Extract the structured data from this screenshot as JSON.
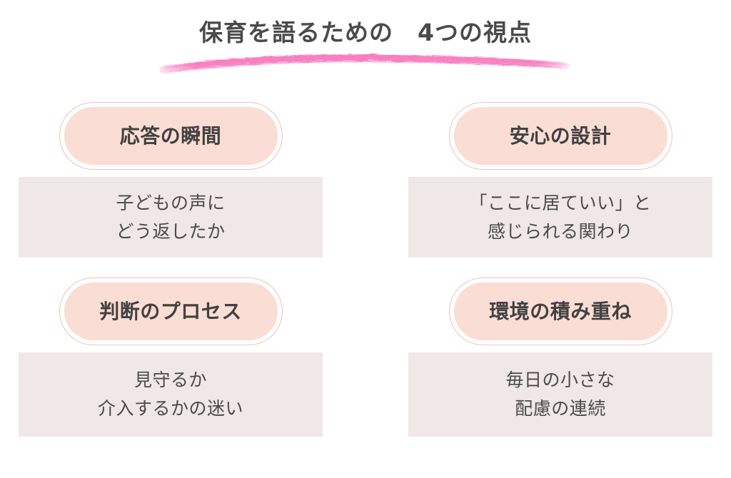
{
  "page": {
    "background_color": "#FFFFFF",
    "text_color": "#4A4A4A"
  },
  "header": {
    "title": "保育を語るための　4つの視点",
    "underline": {
      "name": "brush-underline",
      "color": "#F77FC0",
      "style": "textured-brush-stroke"
    }
  },
  "theme": {
    "pill_fill": "#FADDD4",
    "pill_border": "#F3BFB4",
    "panel_fill": "#EFE7E8",
    "accent_pink": "#F77FC0",
    "heading_text": "#414141"
  },
  "cards": [
    {
      "id": "card-response-moment",
      "heading": "応答の瞬間",
      "lines": [
        "子どもの声に",
        "どう返したか"
      ]
    },
    {
      "id": "card-安心-design",
      "heading": "安心の設計",
      "lines": [
        "「ここに居ていい」と",
        "感じられる関わり"
      ]
    },
    {
      "id": "card-judgement-process",
      "heading": "判断のプロセス",
      "lines": [
        "見守るか",
        "介入するかの迷い"
      ]
    },
    {
      "id": "card-environment-accumulation",
      "heading": "環境の積み重ね",
      "lines": [
        "毎日の小さな",
        "配慮の連続"
      ]
    }
  ]
}
